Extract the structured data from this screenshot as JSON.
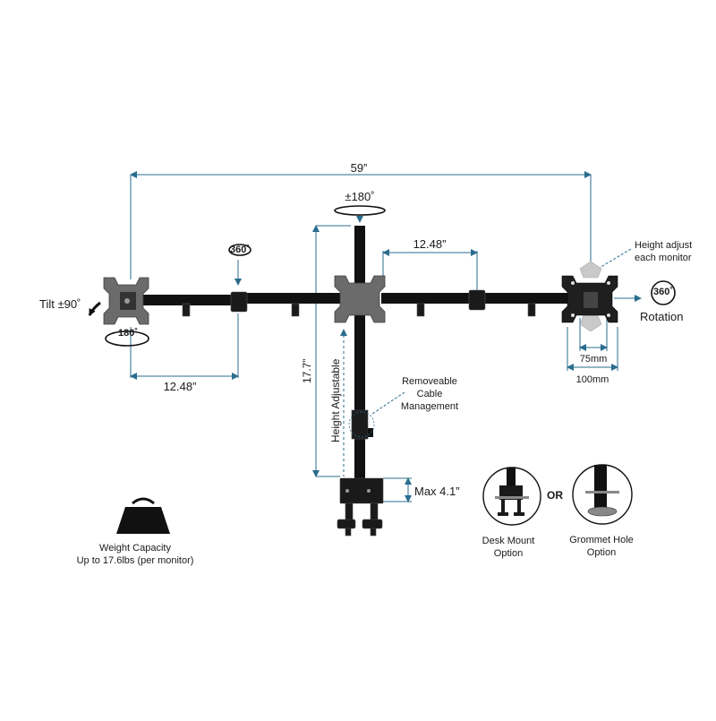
{
  "dimensions": {
    "total_width": "59”",
    "arm_top": "12.48”",
    "arm_bottom": "12.48”",
    "pole_height": "17.7”",
    "clamp_max": "Max 4.1”",
    "vesa_small": "75mm",
    "vesa_large": "100mm"
  },
  "features": {
    "center_rotate": "±180˚",
    "left_swivel": "360˚",
    "left_tilt": "Tilt ±90˚",
    "left_rotate": "180˚",
    "height_adjust_each": [
      "Height adjust",
      "each monitor"
    ],
    "right_rotation_deg": "360˚",
    "right_rotation_label": "Rotation",
    "height_adjustable": "Height Adjustable",
    "cable_management": [
      "Removeable",
      "Cable",
      "Management"
    ]
  },
  "weight": {
    "line1": "Weight Capacity",
    "line2": "Up to 17.6lbs (per monitor)"
  },
  "mount_options": {
    "desk": [
      "Desk Mount",
      "Option"
    ],
    "or": "OR",
    "grommet": [
      "Grommet Hole",
      "Option"
    ]
  },
  "colors": {
    "dimension_line": "#2a6d8f",
    "arm": "#111111",
    "plate": "#6b6b6b",
    "plate_dark": "#1f1f1f",
    "plate_ghost": "#c9c9c9"
  }
}
